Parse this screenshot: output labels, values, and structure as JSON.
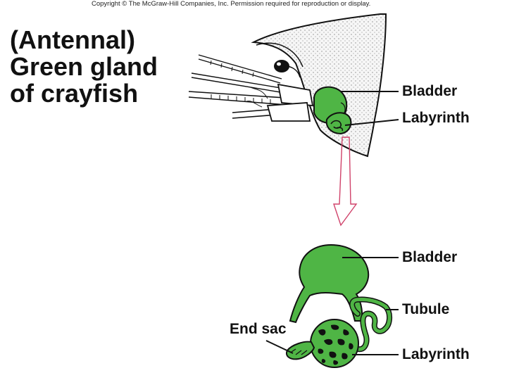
{
  "copyright": "Copyright © The McGraw-Hill Companies, Inc. Permission required for reproduction or display.",
  "title": {
    "line1": "(Antennal)",
    "line2": "Green gland",
    "line3": "of crayfish"
  },
  "labels": {
    "top_bladder": "Bladder",
    "top_labyrinth": "Labyrinth",
    "bottom_bladder": "Bladder",
    "tubule": "Tubule",
    "end_sac": "End sac",
    "bottom_labyrinth": "Labyrinth"
  },
  "colors": {
    "gland_green": "#4fb545",
    "dark_green": "#1a5a16",
    "arrow_pink": "#d0426a",
    "stipple_bg": "#f1f1f1"
  }
}
